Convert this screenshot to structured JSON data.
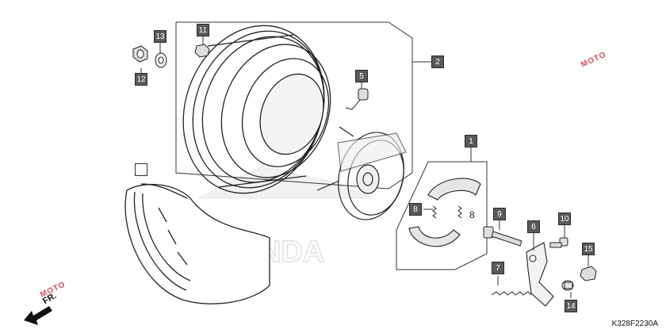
{
  "callouts": {
    "c1": "1",
    "c2": "2",
    "c5": "5",
    "c6": "6",
    "c7": "7",
    "c8": "8",
    "c9": "9",
    "c10": "10",
    "c11": "11",
    "c12": "12",
    "c13": "13",
    "c14": "14",
    "c15": "15"
  },
  "free_label_8": "8",
  "diagram_code": "K328F2230A",
  "direction_label": "FR.",
  "watermark_text": "MOTO",
  "watermark_brand": "HONDA",
  "colors": {
    "callout_bg": "#5a5a5a",
    "line": "#333333",
    "watermark": "#e04a5a"
  }
}
